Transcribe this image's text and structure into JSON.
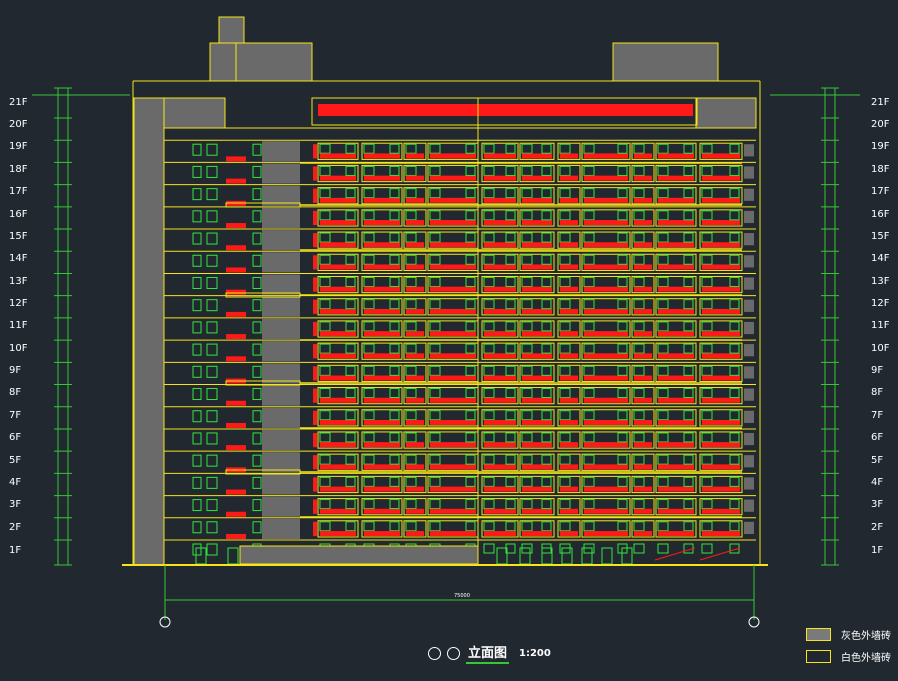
{
  "drawing": {
    "title": "立面图",
    "scale": "1:200",
    "overall_dimension": "75000"
  },
  "floors": [
    "21F",
    "20F",
    "19F",
    "18F",
    "17F",
    "16F",
    "15F",
    "14F",
    "13F",
    "12F",
    "11F",
    "10F",
    "9F",
    "8F",
    "7F",
    "6F",
    "5F",
    "4F",
    "3F",
    "2F",
    "1F"
  ],
  "legend": [
    {
      "label": "灰色外墙砖",
      "color": "#7a7a7a"
    },
    {
      "label": "白色外墙砖",
      "color": "#212830"
    }
  ],
  "colors": {
    "background": "#212830",
    "outline": "#f5e51a",
    "accent_red": "#ff1a1a",
    "window_green": "#34e63a",
    "gray_wall": "#6a6a6a",
    "dimension": "#34c932"
  }
}
